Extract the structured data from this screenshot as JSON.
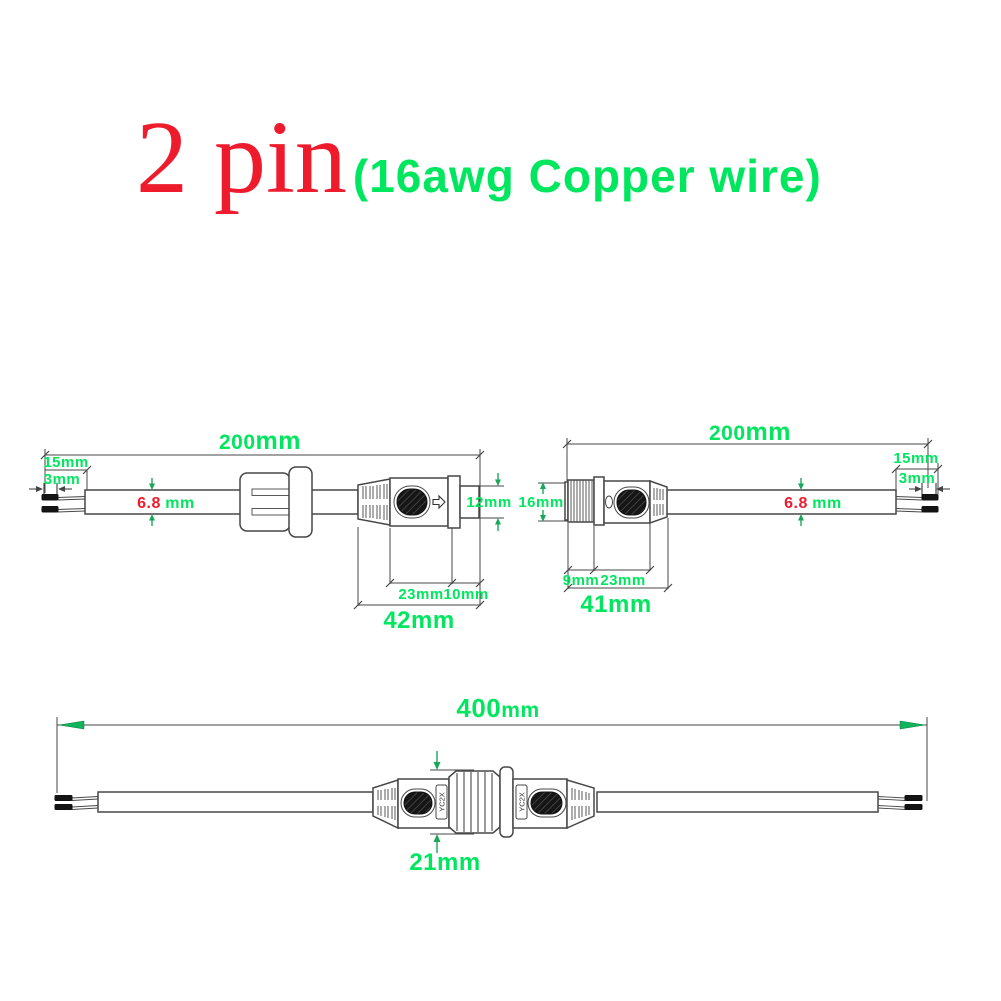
{
  "title": {
    "main": "2 pin",
    "sub": "(16awg Copper wire)"
  },
  "colors": {
    "green": "#00e65e",
    "red": "#ee1b2d",
    "line": "#474747",
    "dim_arrow": "#18a85a",
    "big_arrow": "#10b45c",
    "ink": "#141414"
  },
  "left_connector": {
    "overall_length": "200",
    "overall_unit": "mm",
    "strip_length": "15mm",
    "tin_length": "3mm",
    "cable_diameter_value": "6.8",
    "cable_diameter_unit": "mm",
    "plug_diameter": "12mm",
    "body_length": "23mm",
    "tip_length": "10mm",
    "connector_length": "42mm"
  },
  "right_connector": {
    "overall_length": "200",
    "overall_unit": "mm",
    "strip_length": "15mm",
    "tin_length": "3mm",
    "cable_diameter_value": "6.8",
    "cable_diameter_unit": "mm",
    "socket_diameter": "16mm",
    "thread_length": "9mm",
    "body_length": "23mm",
    "connector_length": "41mm"
  },
  "assembled": {
    "overall_length_value": "400",
    "overall_length_unit": "mm",
    "connector_diameter": "21mm",
    "marking": "YC2X"
  }
}
